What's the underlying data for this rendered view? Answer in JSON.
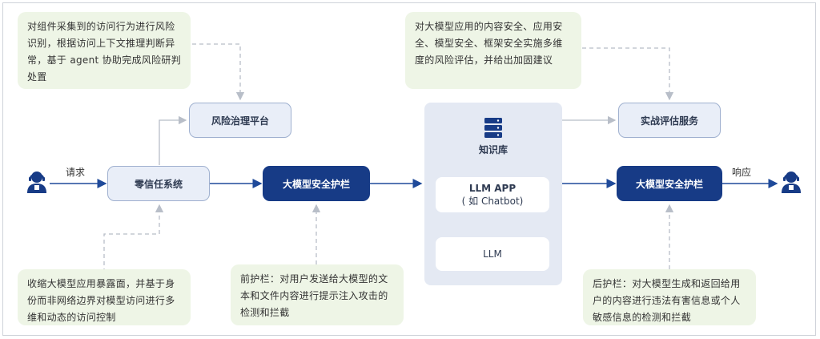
{
  "notes": {
    "risk_identification": "对组件采集到的访问行为进行风险识别，根据访问上下文推理判断异常，基于 agent 协助完成风险研判处置",
    "security_evaluation": "对大模型应用的内容安全、应用安全、模型安全、框架安全实施多维度的风险评估，并给出加固建议",
    "zero_trust_desc": "收缩大模型应用暴露面，并基于身份而非网络边界对模型访问进行多维和动态的访问控制",
    "front_guard_desc": "前护栏：对用户发送给大模型的文本和文件内容进行提示注入攻击的检测和拦截",
    "back_guard_desc": "后护栏：对大模型生成和返回给用户的内容进行违法有害信息或个人敏感信息的检测和拦截"
  },
  "boxes": {
    "risk_platform": "风险治理平台",
    "zero_trust": "零信任系统",
    "front_guardrail": "大模型安全护栏",
    "back_guardrail": "大模型安全护栏",
    "eval_service": "实战评估服务"
  },
  "center": {
    "knowledge_base": "知识库",
    "llm_app_title": "LLM APP",
    "llm_app_sub": "( 如 Chatbot)",
    "llm": "LLM"
  },
  "labels": {
    "request": "请求",
    "response": "响应"
  },
  "colors": {
    "dark_blue": "#173b86",
    "light_blue_fill": "#e9eef8",
    "note_green": "#eef5e6",
    "panel": "#e4e9f3"
  }
}
